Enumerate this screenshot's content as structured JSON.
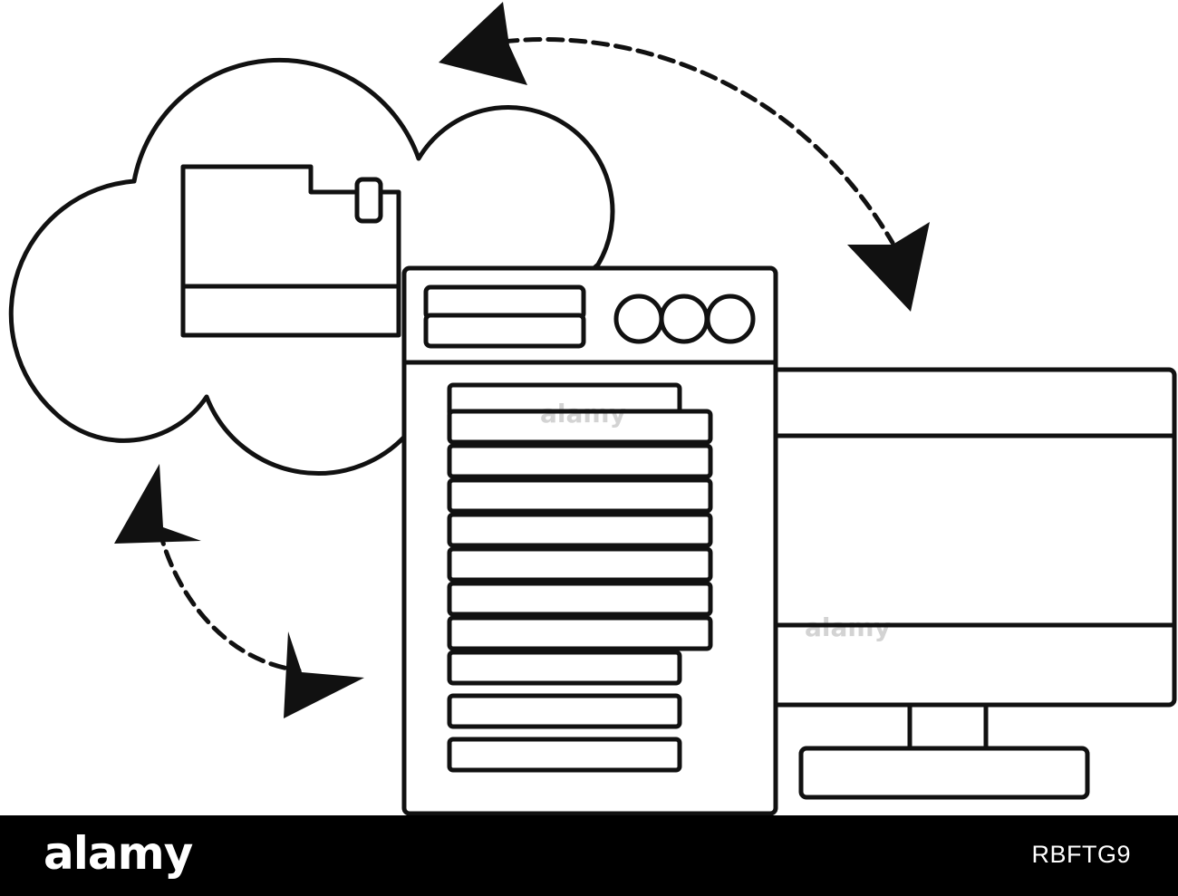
{
  "illustration": {
    "subject": "cloud-computing-sync",
    "icons": [
      "cloud-icon",
      "folder-icon",
      "server-tower-icon",
      "desktop-monitor-icon",
      "sync-arrow-icon",
      "sync-arrow-icon"
    ],
    "stroke_color": "#111111",
    "fill_color": "#ffffff",
    "watermark_text": "alamy"
  },
  "footer": {
    "logo": "alamy",
    "image_id": "RBFTG9",
    "background": "#000000",
    "text_color": "#ffffff"
  }
}
